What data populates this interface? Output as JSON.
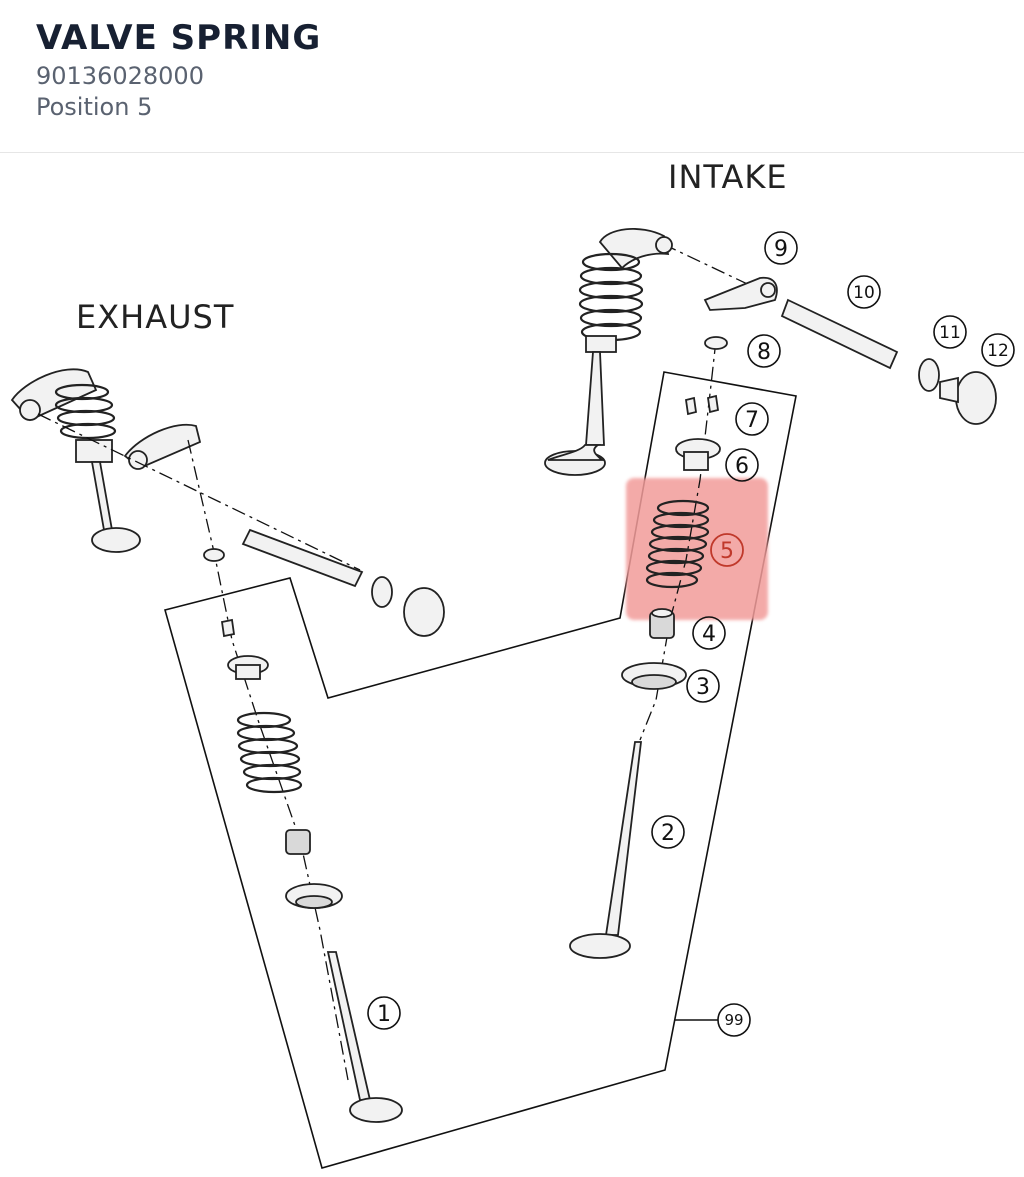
{
  "header": {
    "title": "VALVE SPRING",
    "part_number": "90136028000",
    "position": "Position 5"
  },
  "diagram": {
    "labels": {
      "intake": "INTAKE",
      "exhaust": "EXHAUST"
    },
    "callouts": [
      {
        "id": "c1",
        "text": "1"
      },
      {
        "id": "c2",
        "text": "2"
      },
      {
        "id": "c3",
        "text": "3"
      },
      {
        "id": "c4",
        "text": "4"
      },
      {
        "id": "c5",
        "text": "5"
      },
      {
        "id": "c6",
        "text": "6"
      },
      {
        "id": "c7",
        "text": "7"
      },
      {
        "id": "c8",
        "text": "8"
      },
      {
        "id": "c9",
        "text": "9"
      },
      {
        "id": "c10",
        "text": "10"
      },
      {
        "id": "c11",
        "text": "11"
      },
      {
        "id": "c12",
        "text": "12"
      },
      {
        "id": "c99",
        "text": "99"
      }
    ],
    "highlight": {
      "position": "5",
      "color": "#f29c9a",
      "text_color": "#c0392b"
    }
  }
}
